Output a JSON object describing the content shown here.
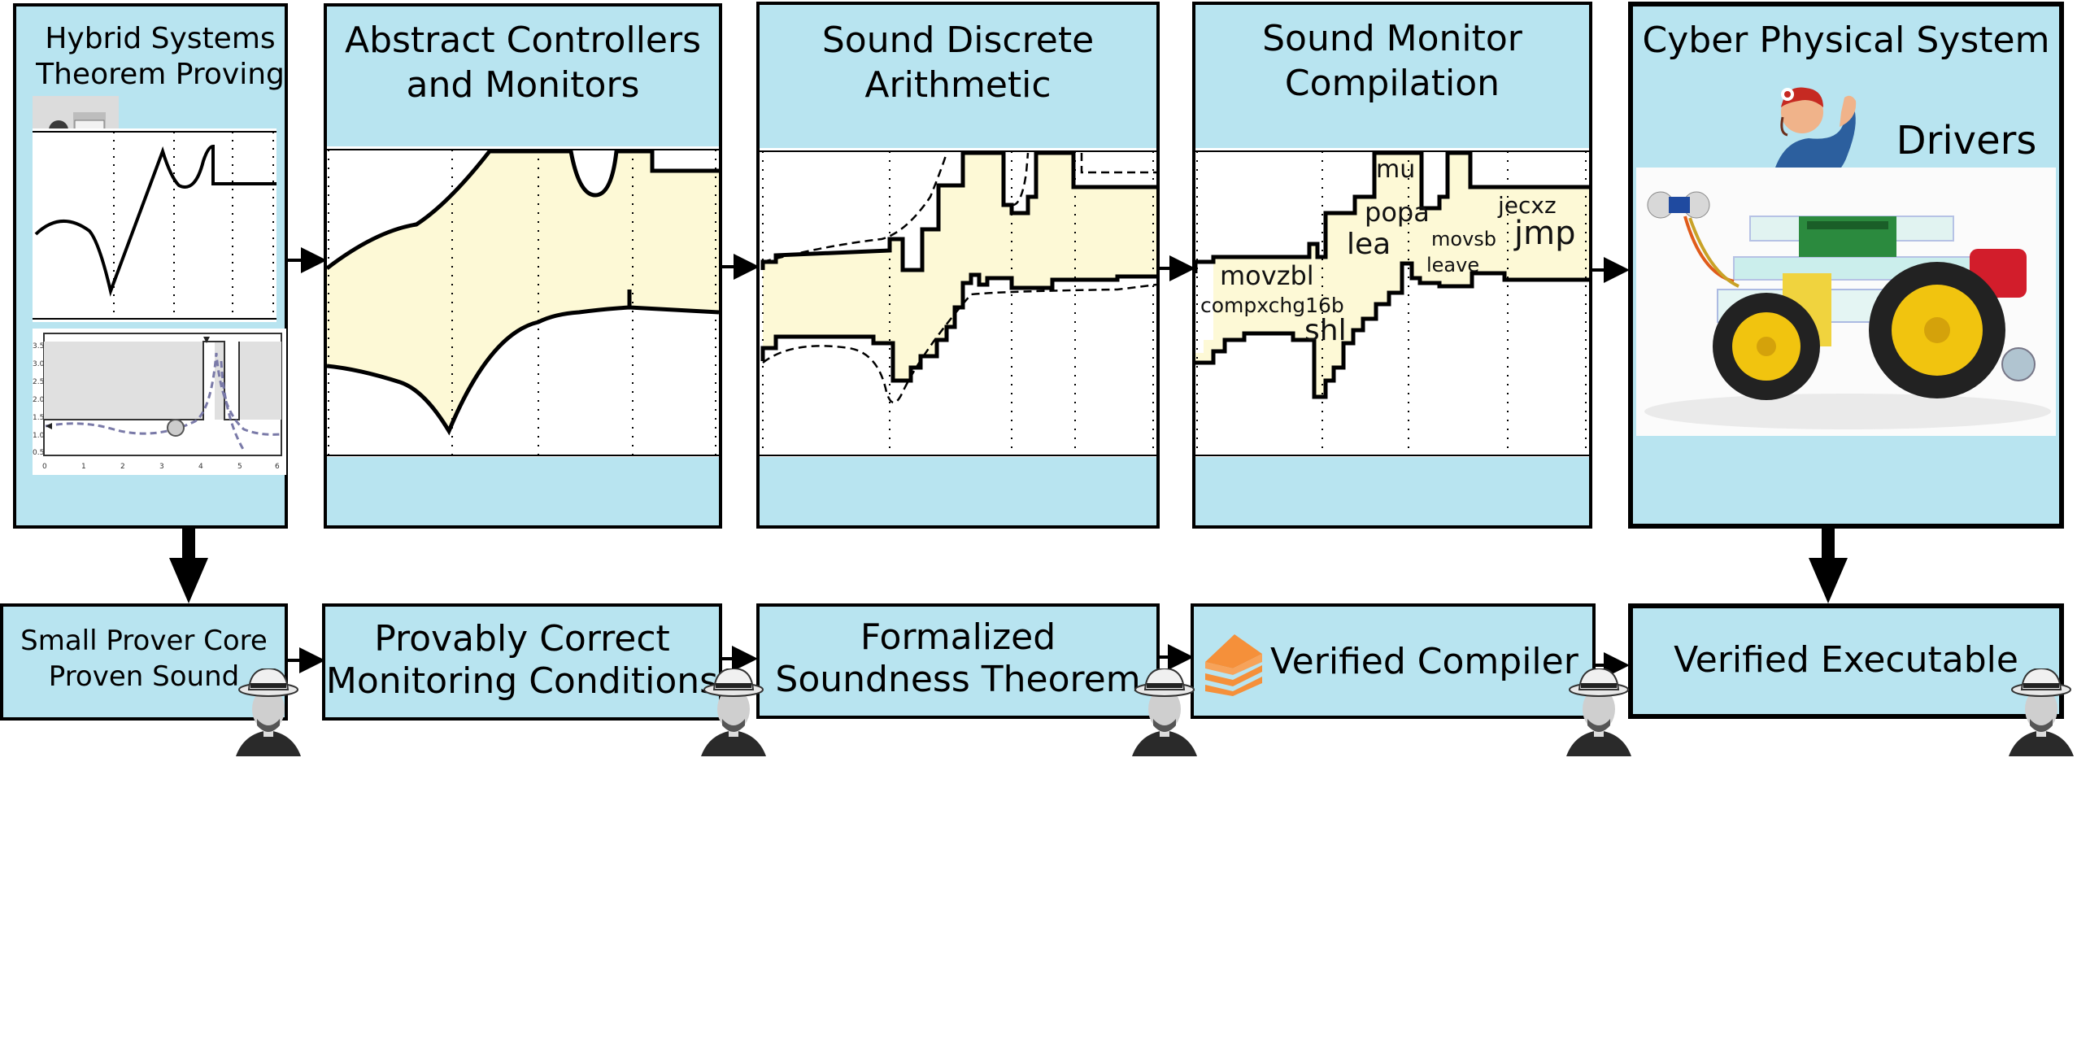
{
  "top": {
    "hybrid_title": "Hybrid Systems\nTheorem Proving",
    "abstract_title": "Abstract Controllers\nand Monitors",
    "discrete_title": "Sound Discrete\nArithmetic",
    "compile_title": "Sound Monitor\nCompilation",
    "cps_title": "Cyber Physical System",
    "drivers_label": "Drivers"
  },
  "bottom": {
    "prover_label": "Small Prover Core\nProven Sound",
    "monitor_label": "Provably Correct\nMonitoring Conditions",
    "theorem_label": "Formalized\nSoundness Theorem",
    "compiler_label": "Verified Compiler",
    "executable_label": "Verified Executable"
  },
  "instructions": [
    "mu",
    "popa",
    "lea",
    "movzbl",
    "compxchg16b",
    "shl",
    "jecxz",
    "movsb",
    "leave",
    "jmp"
  ],
  "axis_ticks": {
    "x": [
      "0",
      "1",
      "2",
      "3",
      "4",
      "5",
      "6"
    ],
    "y": [
      "0.5",
      "1.0",
      "1.5",
      "2.0",
      "2.5",
      "3.0",
      "3.5"
    ]
  },
  "colors": {
    "box_fill": "#b8e4f0",
    "band_fill": "#fdf9d6",
    "cake": "#f5903a"
  },
  "icons": [
    "woman-photo-icon",
    "rosie-riveter-icon",
    "robot-car-icon",
    "cake-icon",
    "man-with-hat-icon"
  ]
}
